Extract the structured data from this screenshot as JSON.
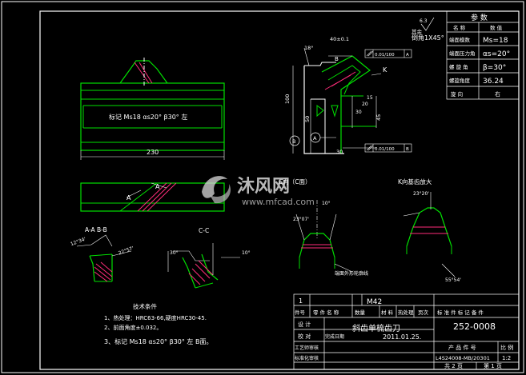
{
  "drawing": {
    "part_name": "斜齿单梳齿刀",
    "drawing_no": "252-0008",
    "material": "M42",
    "quantity": "1",
    "date": "2011.01.25.",
    "code": "L4S24008-MB/20301",
    "scale": "1:2",
    "sheets": "共 2 页",
    "sheet_no": "第 1 页"
  },
  "title_block": {
    "header_cols": [
      "件号",
      "零 件 名 称",
      "数量",
      "材 料",
      "热处理",
      "页次",
      "标 准 件 标 记 备 件"
    ],
    "rows": [
      "设 计",
      "校 对",
      "工艺师审核",
      "标准化审核"
    ],
    "date_label": "完成日期",
    "product_label": "产 品 件 号",
    "scale_label": "比 例"
  },
  "params": {
    "title": "参   数",
    "head": [
      "名 称",
      "数 值"
    ],
    "rows": [
      {
        "name": "端面模数",
        "value": "Ms=18"
      },
      {
        "name": "端面压力角",
        "value": "αs=20°"
      },
      {
        "name": "螺 旋 角",
        "value": "β=30°"
      },
      {
        "name": "螺旋角度",
        "value": "36.24"
      },
      {
        "name": "旋 向",
        "value": "右"
      }
    ]
  },
  "roughness": {
    "note": "其余",
    "chamfer": "倒角1X45°",
    "symbol": "6.3"
  },
  "views": {
    "front_label": "标记  Ms18  αs20°  β30°  左",
    "length_dim": "230",
    "section_ab": "A-A  B-B",
    "section_cc": "C-C",
    "view_c": "C向（C面）",
    "view_k": "K向基齿放大",
    "k_letter": "K",
    "arrow_a": "A",
    "datum_a": "A",
    "datum_b": "B",
    "tol1": "0.01/100",
    "tol2": "0.01/100",
    "angles": [
      "18°",
      "12°34'",
      "22°57'",
      "30°",
      "10°",
      "23°07'",
      "10°",
      "23°20'",
      "55°54'"
    ],
    "dims_main": [
      "40±0.1",
      "100",
      "30",
      "50",
      "45",
      "20",
      "15",
      "30"
    ],
    "note_k": "端面外形轮廓线"
  },
  "tech_req": {
    "title": "技术条件",
    "items": [
      "1、热处理：HRC63-66,硬度HRC30-45.",
      "2、前面角度±0.032。",
      "3、标记 Ms18  αs20°  β30°  左 B面。"
    ]
  },
  "watermark": {
    "brand": "沐风网",
    "url": "www.mfcad.com"
  },
  "colors": {
    "background": "#000000",
    "frame": "#ffffff",
    "part": "#00e000",
    "dim": "#e0e0e0",
    "accent": "#ff2d7a"
  }
}
